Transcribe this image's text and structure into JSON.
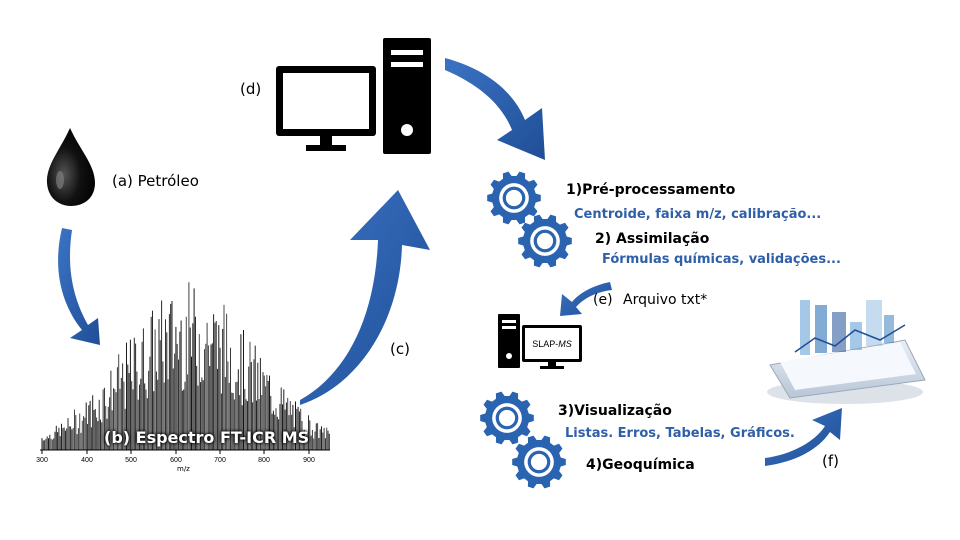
{
  "labels": {
    "petroleo": "(a) Petróleo",
    "espectro": "(b) Espectro FT-ICR MS",
    "c": "(c)",
    "d": "(d)",
    "e_prefix": "(e)",
    "arquivo": "Arquivo txt*",
    "f": "(f)"
  },
  "steps": [
    {
      "title": "1)Pré-processamento",
      "detail": "Centroide, faixa m/z, calibração..."
    },
    {
      "title": "2) Assimilação",
      "detail": "Fórmulas químicas, validações..."
    },
    {
      "title": "3)Visualização",
      "detail": "Listas. Erros, Tabelas, Gráficos."
    },
    {
      "title": "4)Geoquímica",
      "detail": ""
    }
  ],
  "software": {
    "name_prefix": "SLAP-",
    "name_italic": "MS"
  },
  "spectrum_axis": {
    "ticks": [
      "300",
      "400",
      "500",
      "600",
      "700",
      "800",
      "900"
    ],
    "xlabel": "m/z"
  },
  "colors": {
    "arrow": "#2e5fa8",
    "gear": "#2a63b0",
    "accent_text": "#2e5fa8"
  },
  "icons": {
    "oil": "oil-drop-icon",
    "computer": "desktop-computer-icon",
    "gear": "gear-icon",
    "small_pc": "small-computer-icon",
    "tablet": "tablet-dashboard-icon"
  }
}
